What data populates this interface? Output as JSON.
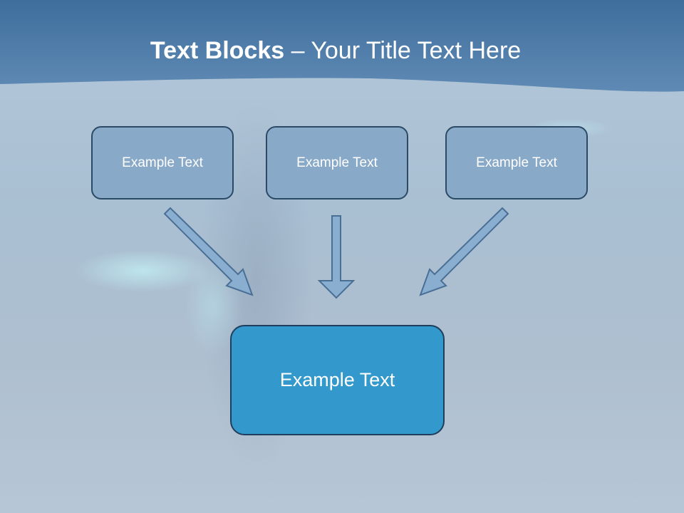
{
  "title": {
    "bold": "Text Blocks",
    "separator": " – ",
    "rest": "Your Title Text Here"
  },
  "boxes": [
    {
      "label": "Example Text"
    },
    {
      "label": "Example Text"
    },
    {
      "label": "Example Text"
    }
  ],
  "main_box": {
    "label": "Example Text"
  },
  "colors": {
    "header_band": "#4a78a4",
    "background": "#aec3d6",
    "box_fill": "#88a9c8",
    "box_border": "#2b4a66",
    "main_box_fill": "#3399cc",
    "arrow_fill": "#8aaed0",
    "arrow_stroke": "#4a6f95"
  }
}
